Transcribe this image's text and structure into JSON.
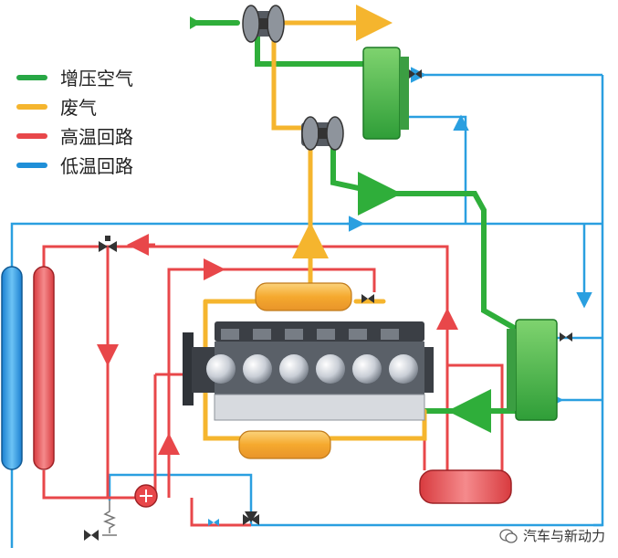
{
  "legend": [
    {
      "label": "增压空气",
      "color": "#28a745"
    },
    {
      "label": "废气",
      "color": "#f5b52e"
    },
    {
      "label": "高温回路",
      "color": "#e8474a"
    },
    {
      "label": "低温回路",
      "color": "#1f8fd8"
    }
  ],
  "colors": {
    "charge_air": "#2fae3a",
    "exhaust": "#f5b52e",
    "high_temp": "#e8474a",
    "low_temp": "#2a9fe0",
    "engine_dark": "#3b3f45",
    "engine_light": "#d7dadf"
  },
  "watermark": {
    "text": "汽车与新动力",
    "icon": "wechat-icon"
  }
}
